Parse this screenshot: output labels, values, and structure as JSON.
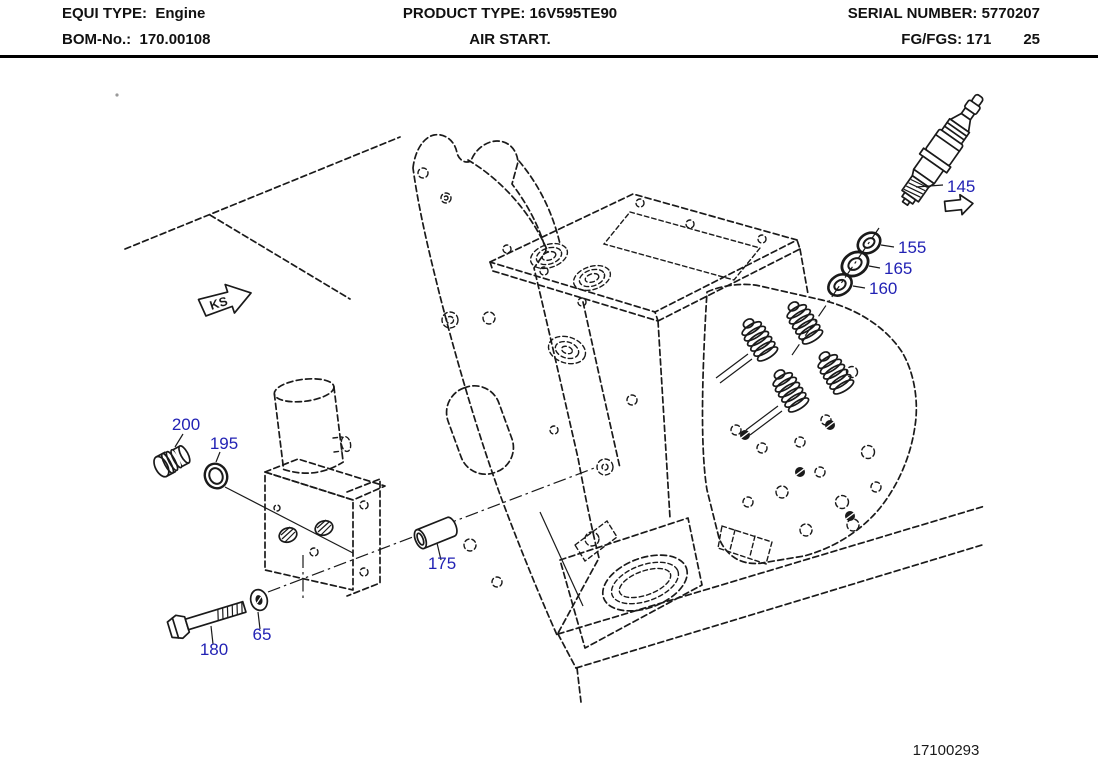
{
  "header": {
    "equi_type_label": "EQUI TYPE:",
    "equi_type_value": "Engine",
    "bom_label": "BOM-No.:",
    "bom_value": "170.00108",
    "product_type_label": "PRODUCT TYPE:",
    "product_type_value": "16V595TE90",
    "subtitle": "AIR START.",
    "serial_label": "SERIAL NUMBER:",
    "serial_value": "5770207",
    "fg_label": "FG/FGS:",
    "fg_value_1": "171",
    "fg_value_2": "25"
  },
  "diagram": {
    "drawing_number": "17100293",
    "view_marker": "KS",
    "callouts": [
      {
        "id": "145"
      },
      {
        "id": "155"
      },
      {
        "id": "165"
      },
      {
        "id": "160"
      },
      {
        "id": "200"
      },
      {
        "id": "195"
      },
      {
        "id": "175"
      },
      {
        "id": "65"
      },
      {
        "id": "180"
      }
    ],
    "colors": {
      "callout": "#2222b4",
      "line": "#1a1a1a",
      "background": "#ffffff"
    }
  }
}
